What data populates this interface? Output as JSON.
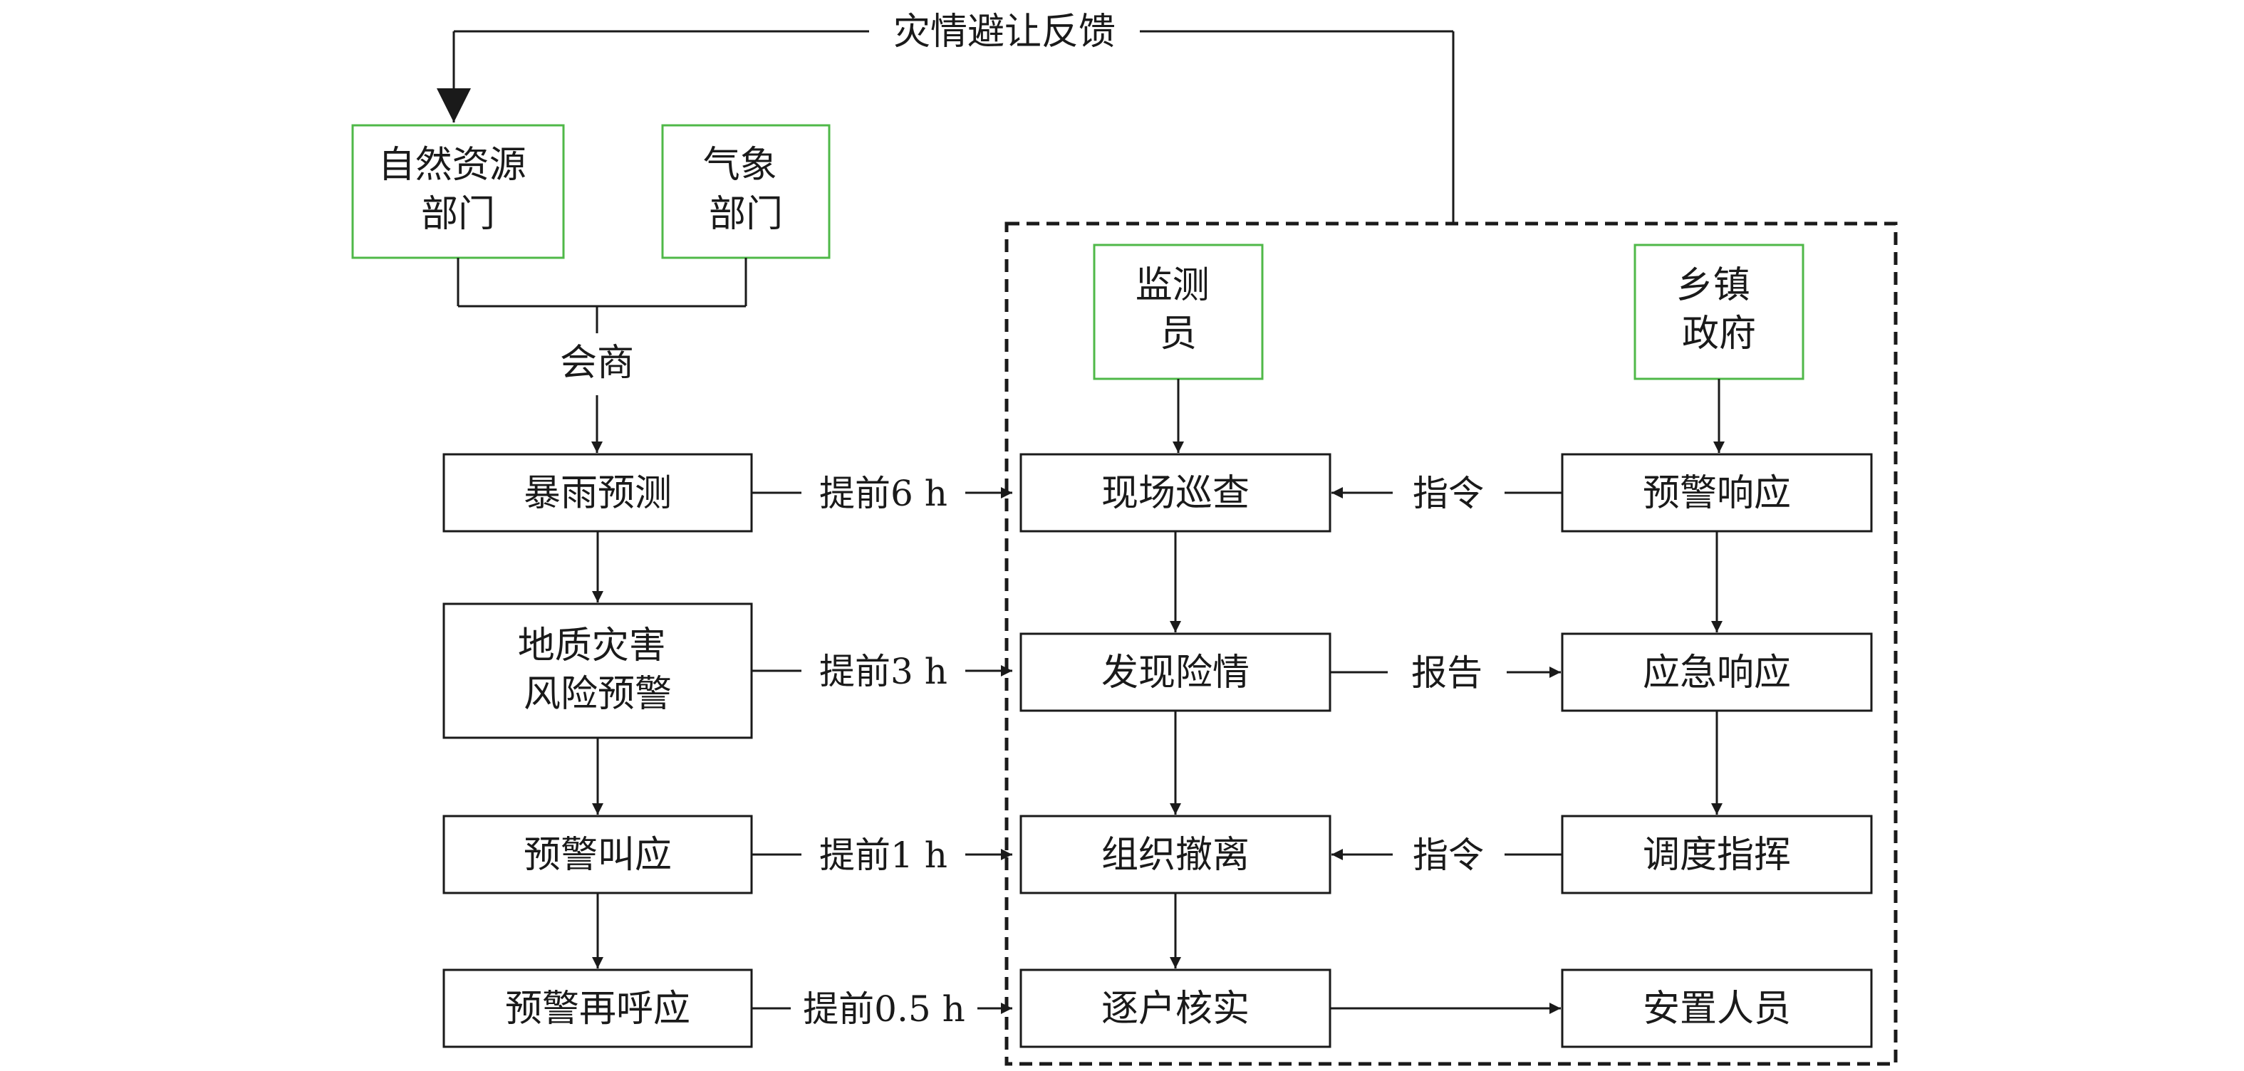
{
  "feedback_label": "灾情避让反馈",
  "consult_label": "会商",
  "agencies": {
    "natural_resources": [
      "自然资源",
      "部门"
    ],
    "meteorology": [
      "气象",
      "部门"
    ],
    "monitor": [
      "监测",
      "员"
    ],
    "township": [
      "乡镇",
      "政府"
    ]
  },
  "left_steps": {
    "rain_forecast": [
      "暴雨预测"
    ],
    "hazard_warning": [
      "地质灾害",
      "风险预警"
    ],
    "warning_call": [
      "预警叫应"
    ],
    "warning_recall": [
      "预警再呼应"
    ]
  },
  "middle_steps": {
    "site_patrol": [
      "现场巡查"
    ],
    "danger_found": [
      "发现险情"
    ],
    "evacuation": [
      "组织撤离"
    ],
    "door_check": [
      "逐户核实"
    ]
  },
  "right_steps": {
    "warning_response": [
      "预警响应"
    ],
    "emergency_response": [
      "应急响应"
    ],
    "dispatch": [
      "调度指挥"
    ],
    "resettle": [
      "安置人员"
    ]
  },
  "lead_times": {
    "h6": "提前6 h",
    "h3": "提前3 h",
    "h1": "提前1 h",
    "h05": "提前0.5 h"
  },
  "edge_labels": {
    "command_1": "指令",
    "report": "报告",
    "command_2": "指令"
  },
  "colors": {
    "agency_border": "#4fb848",
    "box_border": "#1a1a1a",
    "line": "#1a1a1a"
  }
}
